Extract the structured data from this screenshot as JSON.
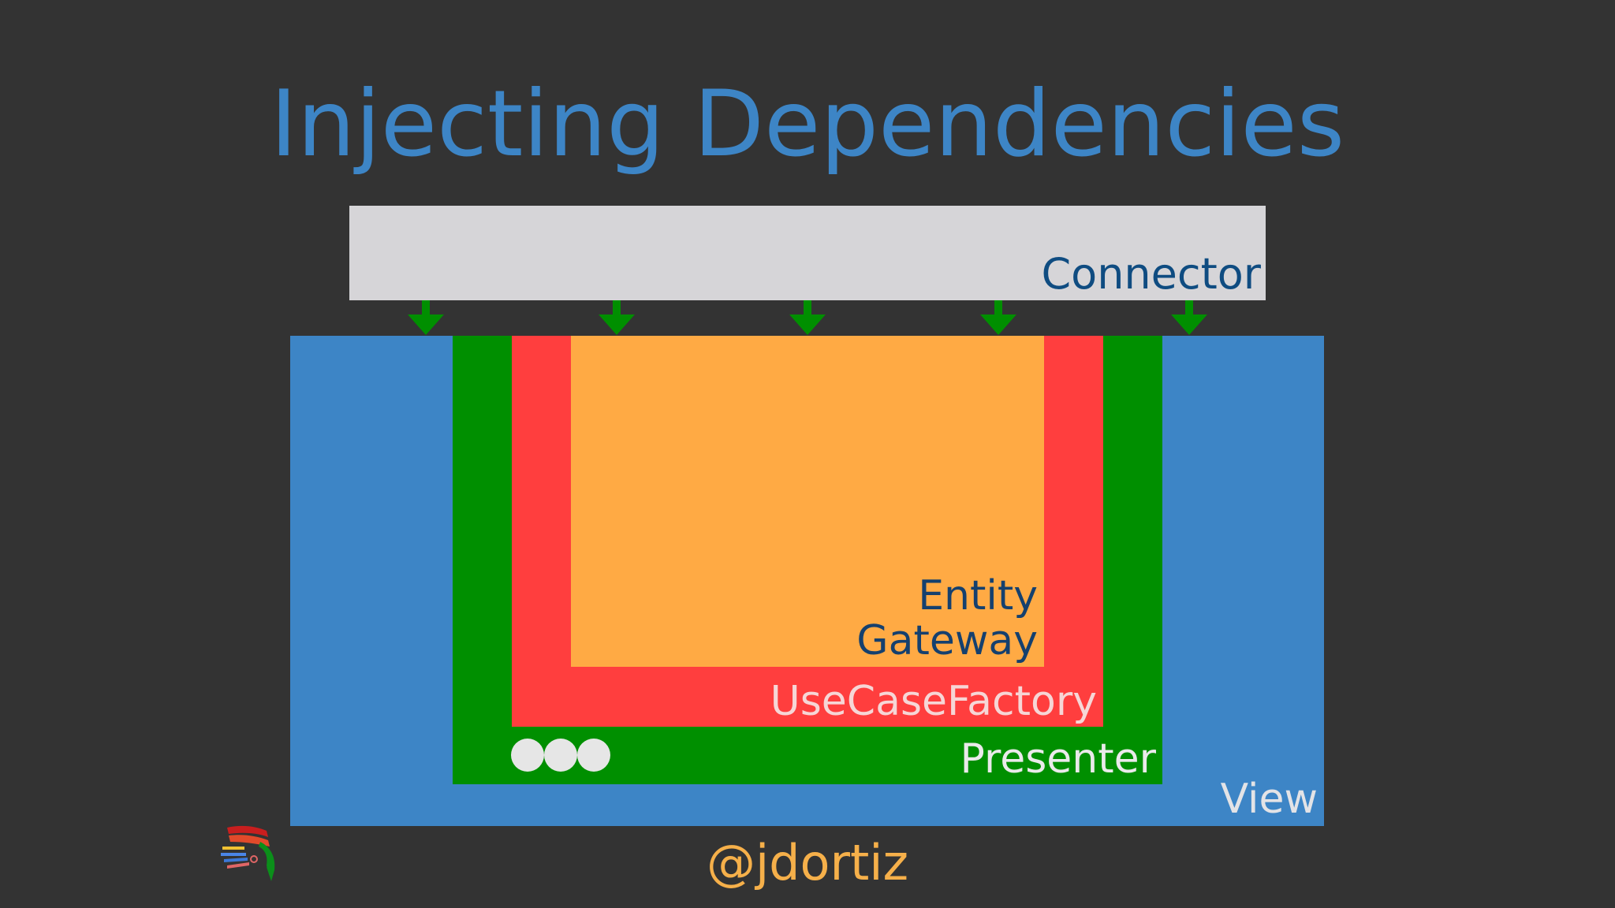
{
  "title": "Injecting Dependencies",
  "connector": {
    "label": "Connector"
  },
  "layers": {
    "view": "View",
    "presenter": "Presenter",
    "use_case_factory": "UseCaseFactory",
    "entity_gateway": "Entity\nGateway"
  },
  "handle": "@jdortiz",
  "icons": [
    "arrow-down-icon",
    "ellipsis-dots-icon",
    "headdress-logo-icon"
  ],
  "colors": {
    "background": "#333333",
    "title": "#3d85c6",
    "connector": "#d6d5d8",
    "view": "#3d85c6",
    "presenter": "#008f00",
    "use_case_factory": "#ff3e3e",
    "entity_gateway": "#ffaa44",
    "arrows": "#008f00",
    "handle": "#f6b04a"
  }
}
